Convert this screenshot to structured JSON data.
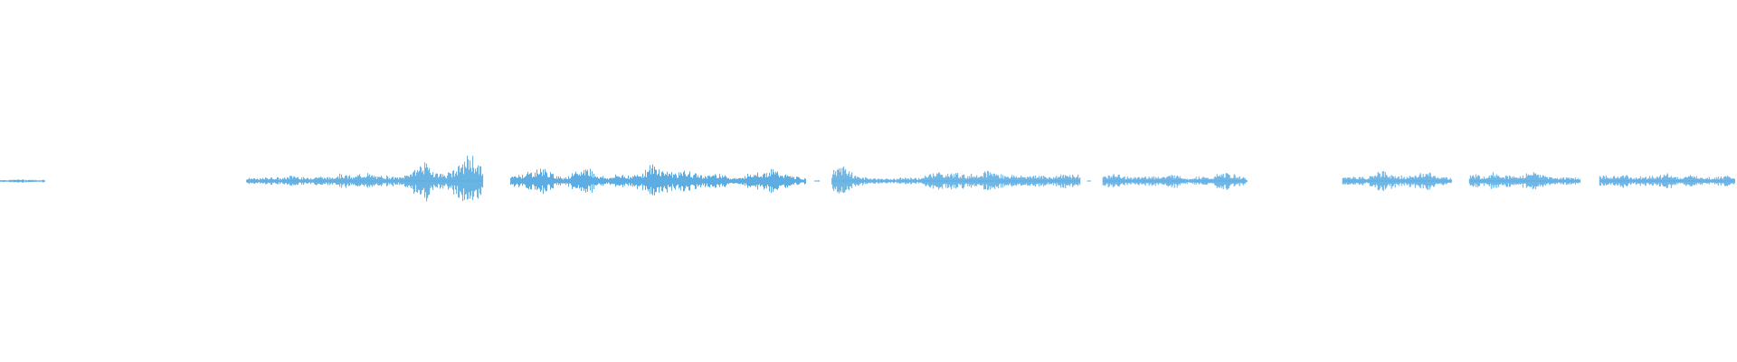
{
  "waveform": {
    "color": "#5dade2",
    "background": "#ffffff",
    "duration_fraction_segments": [
      {
        "start": 0.0,
        "end": 0.026,
        "amplitude": [
          0.05,
          0.04,
          0.06,
          0.05,
          0.04,
          0.05
        ]
      },
      {
        "start": 0.142,
        "end": 0.278,
        "amplitude": [
          0.12,
          0.08,
          0.15,
          0.1,
          0.22,
          0.1,
          0.18,
          0.12,
          0.28,
          0.14,
          0.3,
          0.16,
          0.2,
          0.12,
          0.35,
          0.7,
          0.3,
          0.25,
          0.55,
          0.9,
          0.4
        ]
      },
      {
        "start": 0.294,
        "end": 0.464,
        "amplitude": [
          0.15,
          0.25,
          0.35,
          0.45,
          0.2,
          0.15,
          0.3,
          0.5,
          0.2,
          0.12,
          0.25,
          0.18,
          0.3,
          0.55,
          0.4,
          0.3,
          0.35,
          0.25,
          0.2,
          0.3,
          0.15,
          0.1,
          0.35,
          0.3,
          0.4,
          0.25,
          0.15,
          0.1
        ]
      },
      {
        "start": 0.469,
        "end": 0.472,
        "amplitude": [
          0.02
        ]
      },
      {
        "start": 0.479,
        "end": 0.622,
        "amplitude": [
          0.3,
          0.55,
          0.2,
          0.12,
          0.1,
          0.08,
          0.1,
          0.12,
          0.1,
          0.35,
          0.25,
          0.3,
          0.2,
          0.28,
          0.35,
          0.25,
          0.2,
          0.18,
          0.22,
          0.15,
          0.2,
          0.25,
          0.18
        ]
      },
      {
        "start": 0.626,
        "end": 0.628,
        "amplitude": [
          0.02
        ]
      },
      {
        "start": 0.635,
        "end": 0.718,
        "amplitude": [
          0.2,
          0.25,
          0.15,
          0.12,
          0.2,
          0.15,
          0.25,
          0.1,
          0.15,
          0.12,
          0.3,
          0.2,
          0.1
        ]
      },
      {
        "start": 0.773,
        "end": 0.836,
        "amplitude": [
          0.12,
          0.18,
          0.12,
          0.35,
          0.25,
          0.15,
          0.22,
          0.3,
          0.15,
          0.1
        ]
      },
      {
        "start": 0.846,
        "end": 0.91,
        "amplitude": [
          0.25,
          0.18,
          0.3,
          0.2,
          0.15,
          0.35,
          0.2,
          0.12,
          0.15,
          0.1
        ]
      },
      {
        "start": 0.921,
        "end": 0.999,
        "amplitude": [
          0.2,
          0.15,
          0.25,
          0.12,
          0.2,
          0.15,
          0.3,
          0.12,
          0.2,
          0.15,
          0.12,
          0.18,
          0.15
        ]
      }
    ]
  }
}
